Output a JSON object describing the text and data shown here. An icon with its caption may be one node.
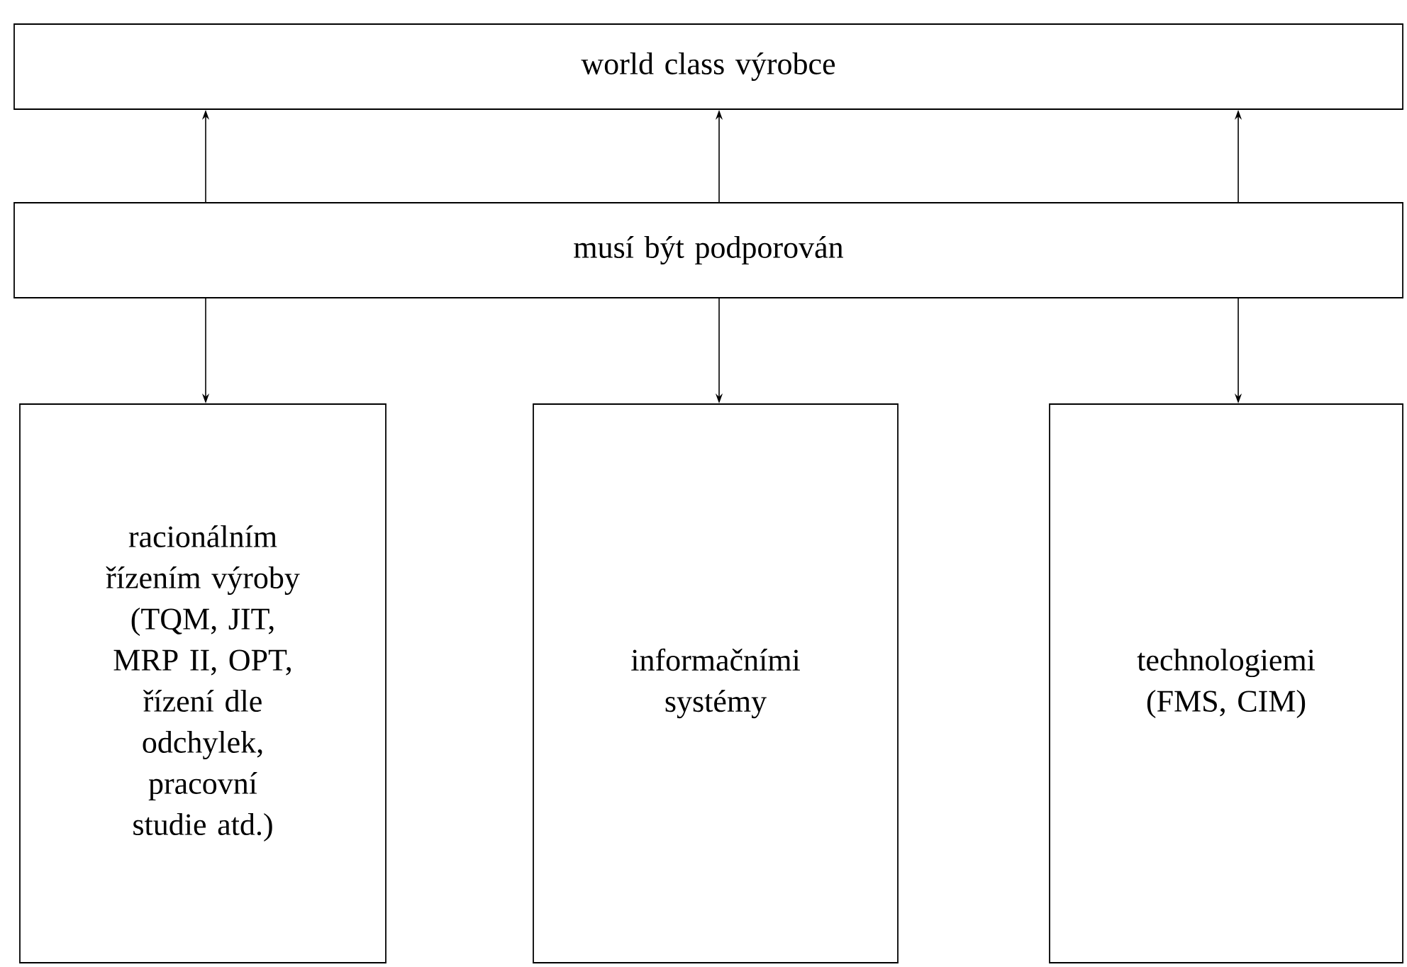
{
  "diagram": {
    "nodes": [
      {
        "text": [
          "world class výrobce"
        ]
      },
      {
        "text": [
          "musí být podporován"
        ]
      },
      {
        "text": [
          "racionálním řízením výroby (TQM, JIT, MRP II, OPT, řízení dle odchylek, pracovní studie atd.)"
        ]
      },
      {
        "text": [
          "informačními systémy"
        ]
      },
      {
        "text": [
          "technologiemi (FMS, CIM)"
        ]
      }
    ],
    "edges": [
      {
        "from": 1,
        "to": 0,
        "arrow": "to"
      },
      {
        "from": 1,
        "to": 0,
        "arrow": "to"
      },
      {
        "from": 1,
        "to": 0,
        "arrow": "to"
      },
      {
        "from": 1,
        "to": 2,
        "arrow": "to"
      },
      {
        "from": 1,
        "to": 3,
        "arrow": "to"
      },
      {
        "from": 1,
        "to": 4,
        "arrow": "to"
      }
    ]
  }
}
